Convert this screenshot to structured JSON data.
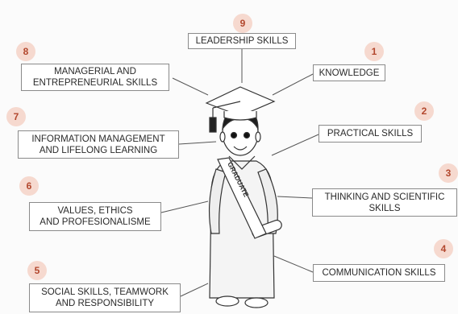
{
  "skills": [
    {
      "number": "9",
      "lines": [
        "LEADERSHIP SKILLS"
      ]
    },
    {
      "number": "8",
      "lines": [
        "MANAGERIAL AND",
        "ENTREPRENEURIAL SKILLS"
      ]
    },
    {
      "number": "1",
      "lines": [
        "KNOWLEDGE"
      ]
    },
    {
      "number": "7",
      "lines": [
        "INFORMATION MANAGEMENT",
        "AND LIFELONG LEARNING"
      ]
    },
    {
      "number": "2",
      "lines": [
        "PRACTICAL SKILLS"
      ]
    },
    {
      "number": "6",
      "lines": [
        "VALUES, ETHICS",
        "AND PROFESIONALISME"
      ]
    },
    {
      "number": "3",
      "lines": [
        "THINKING  AND SCIENTIFIC",
        "SKILLS"
      ]
    },
    {
      "number": "4",
      "lines": [
        "COMMUNICATION SKILLS"
      ]
    },
    {
      "number": "5",
      "lines": [
        "SOCIAL SKILLS, TEAMWORK",
        "AND RESPONSIBILITY"
      ]
    }
  ],
  "sash_text": "GRADUATE",
  "colors": {
    "badge_fill": "#f6d9cf",
    "badge_text": "#b2472d",
    "box_border": "#8a8a8a"
  }
}
